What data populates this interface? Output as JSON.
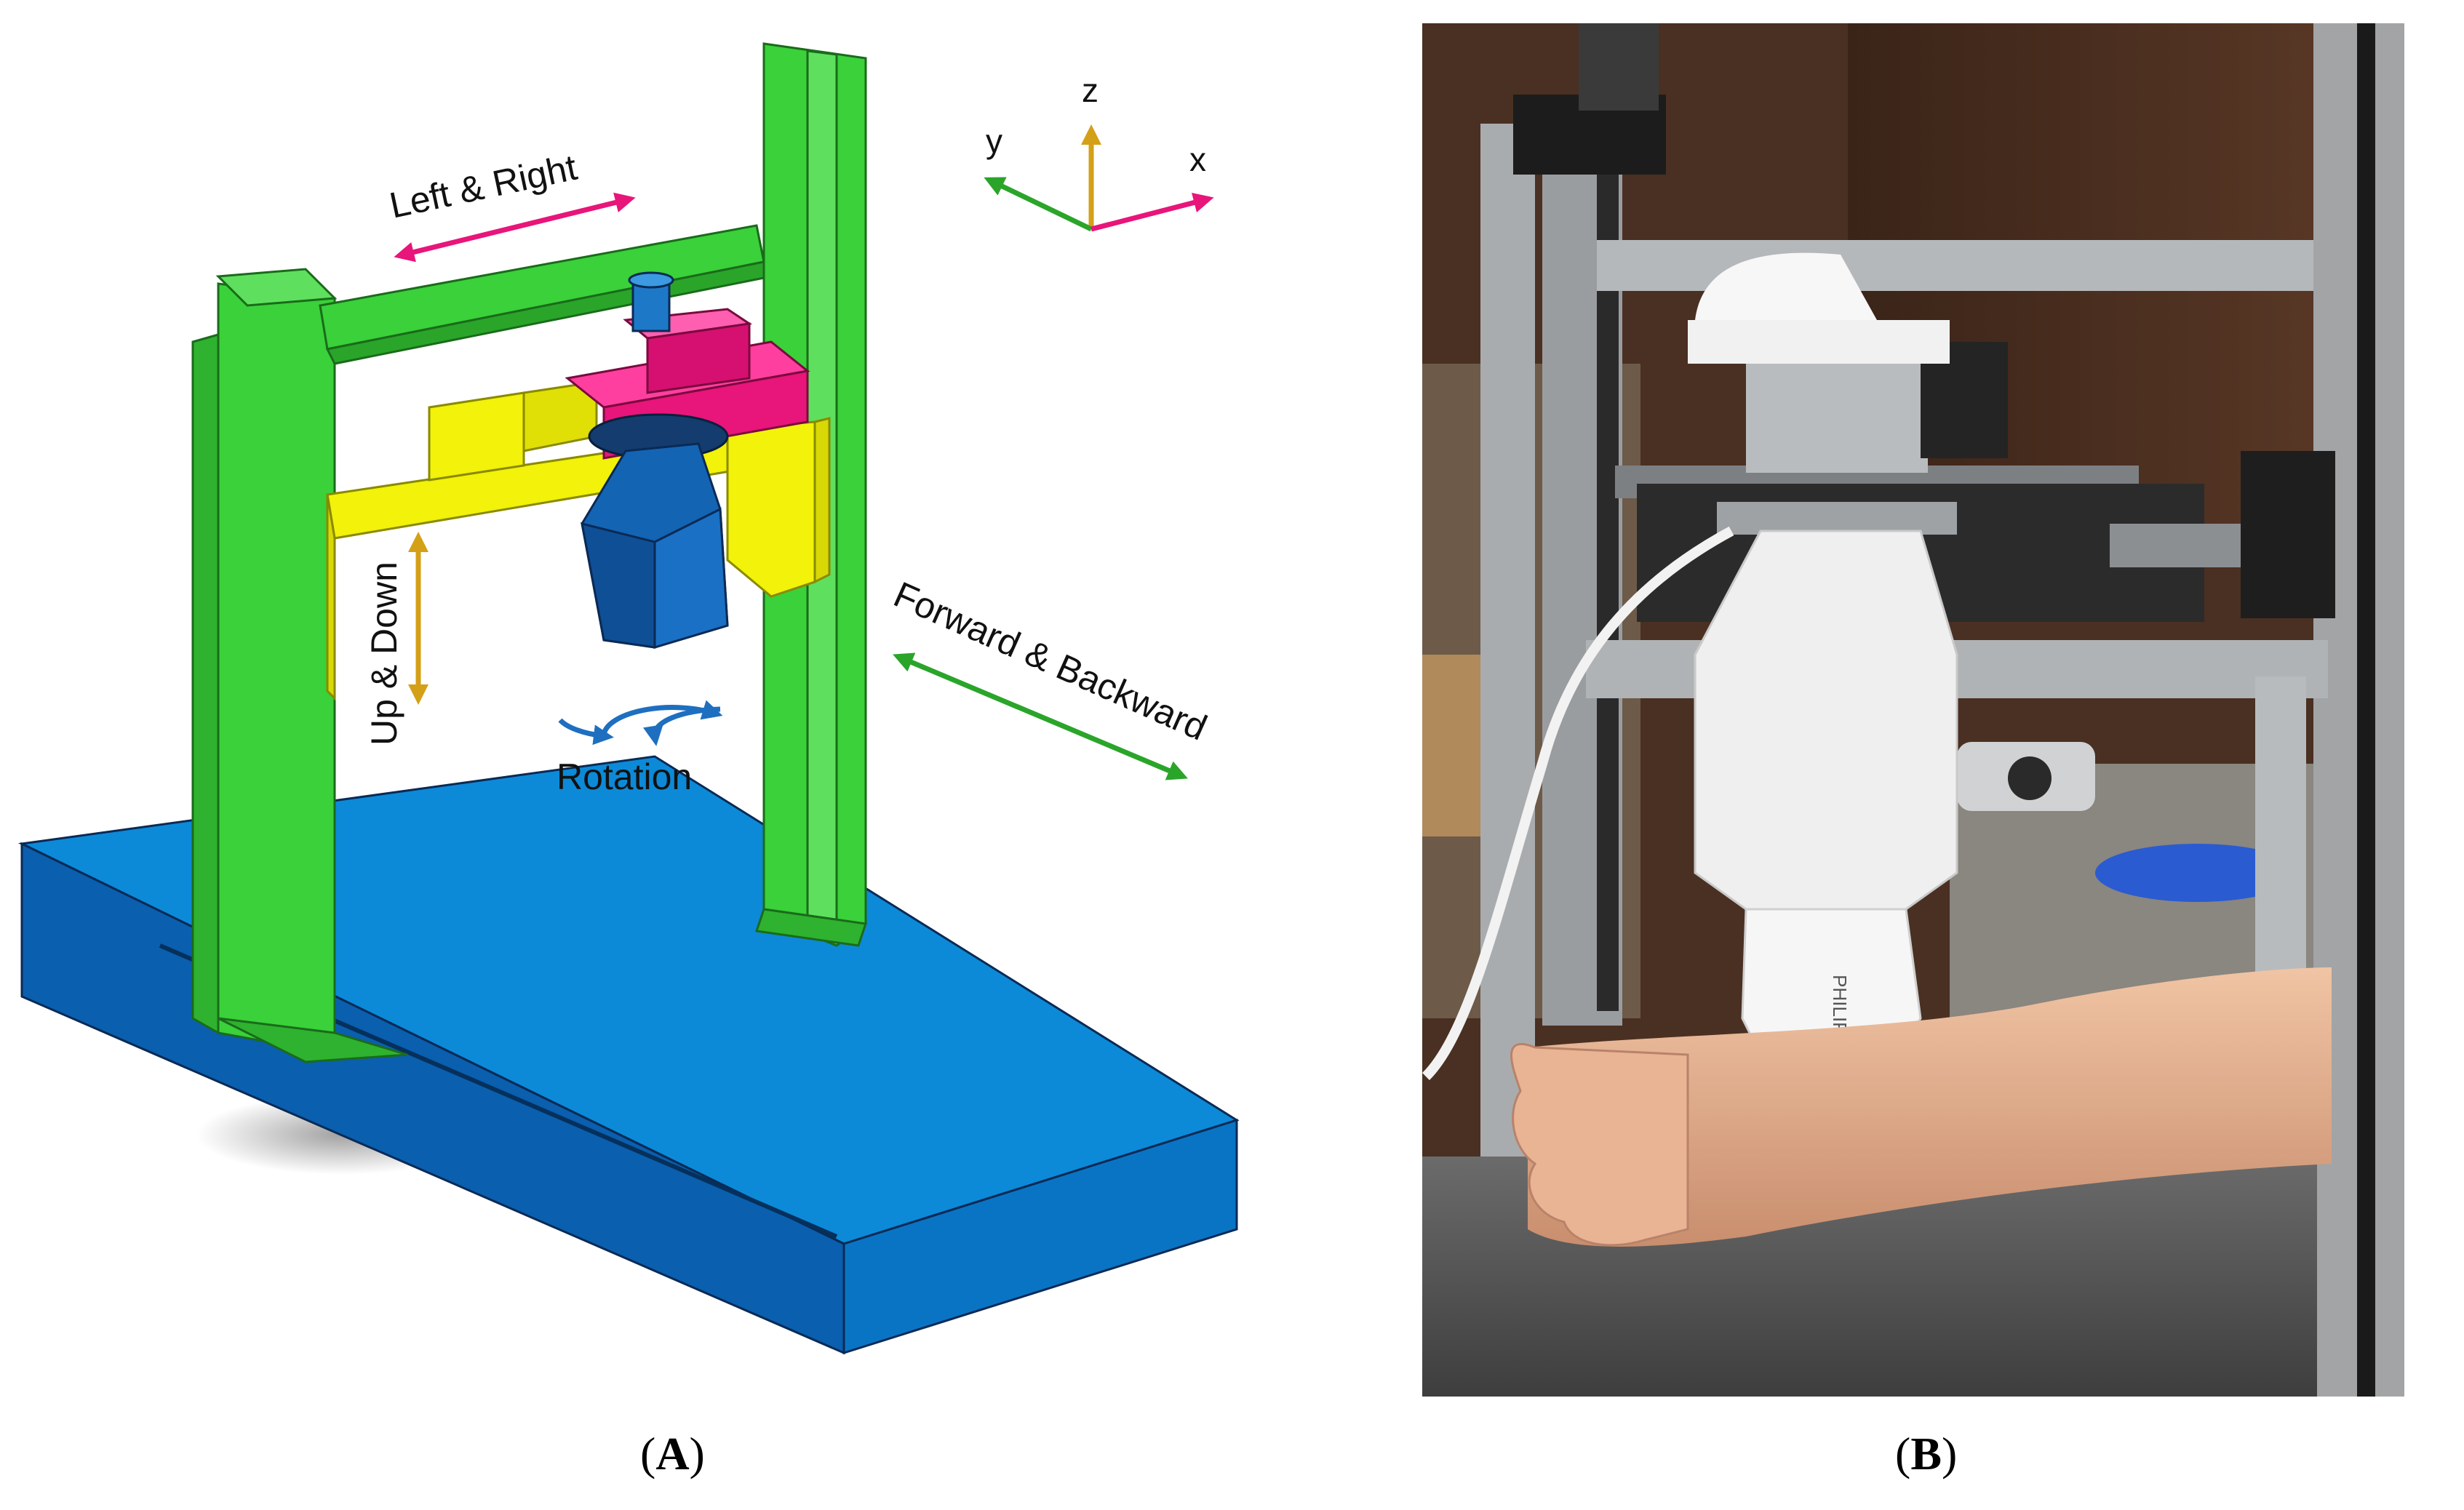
{
  "panel_a": {
    "label_prefix": "(",
    "label_letter": "A",
    "label_suffix": ")",
    "annotations": {
      "left_right": "Left & Right",
      "up_down": "Up & Down",
      "forward_backward": "Forward & Backward",
      "rotation": "Rotation"
    },
    "axes": {
      "x": "x",
      "y": "y",
      "z": "z"
    }
  },
  "panel_b": {
    "label_prefix": "(",
    "label_letter": "B",
    "label_suffix": ")",
    "probe_brand": "PHILIPS"
  },
  "colors": {
    "frame_green": "#3ad13a",
    "base_blue": "#0a6fc2",
    "carriage_yellow": "#f2f20a",
    "stage_magenta": "#e8157a",
    "probe_blue": "#1464b4",
    "arrow_magenta": "#e8157a",
    "arrow_green": "#2aa52a",
    "arrow_gold": "#d4a017",
    "arrow_blue": "#1e6fc0"
  }
}
